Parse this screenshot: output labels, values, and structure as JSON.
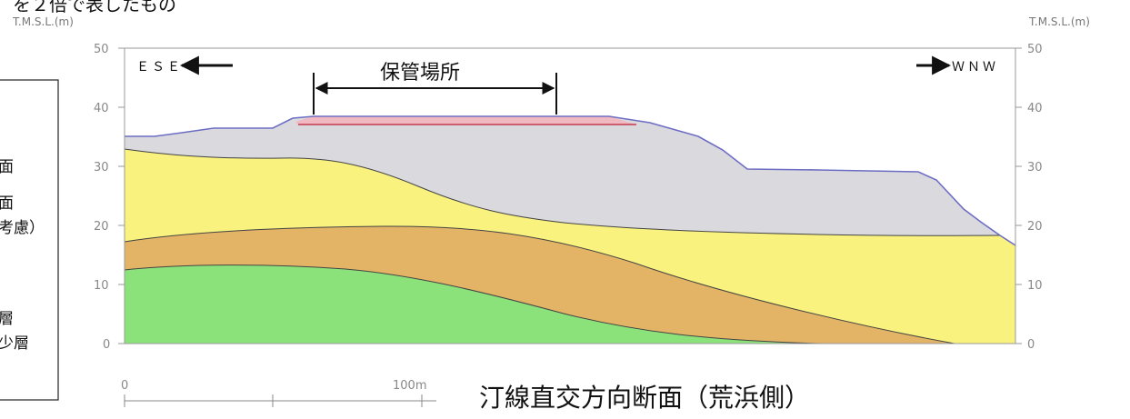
{
  "header_fragment": "を２倍で表したもの",
  "axis": {
    "left_unit": "T.M.S.L.(m)",
    "right_unit": "T.M.S.L.(m)",
    "ticks": [
      "50",
      "40",
      "30",
      "20",
      "10",
      "0"
    ]
  },
  "directions": {
    "left": "ＥＳＥ",
    "right": "ＷＮＷ"
  },
  "storage_label": "保管場所",
  "scale_bar": {
    "start": "0",
    "end": "100m"
  },
  "section_title": "汀線直交方向断面（荒浜側）",
  "legend_fragments": [
    "面",
    "面",
    "考慮）",
    "層",
    "少層"
  ]
}
